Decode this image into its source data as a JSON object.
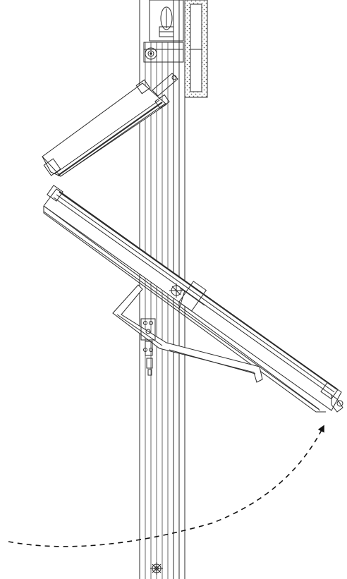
{
  "diagram": {
    "colors": {
      "line": "#2b2b2b",
      "light_line": "#6a6a6a",
      "hatch": "#555555",
      "background": "#ffffff"
    },
    "icons": {
      "rotation_arrow": "dashed-curved-arrow",
      "pivot": "crosshair-circle",
      "gear": "sprocket"
    }
  }
}
